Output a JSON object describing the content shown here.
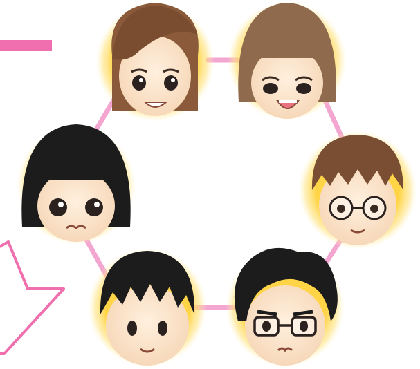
{
  "colors": {
    "accent_pink": "#f06fae",
    "ring_pink": "#f3a6cf",
    "glow_yellow": "#ffd23c",
    "skin": "#fbe3c8",
    "hair_brown": "#8a5a3b",
    "hair_black": "#1c1c1c"
  },
  "characters": [
    {
      "id": "top-left",
      "hair": "brown-long",
      "glasses": false,
      "expression": "smile"
    },
    {
      "id": "top-right",
      "hair": "brown-bob",
      "glasses": false,
      "expression": "laugh"
    },
    {
      "id": "middle-right",
      "hair": "brown-spiky",
      "glasses": true,
      "expression": "smile"
    },
    {
      "id": "bottom-right",
      "hair": "black-curly",
      "glasses": true,
      "expression": "neutral"
    },
    {
      "id": "bottom-left",
      "hair": "black-spiky",
      "glasses": false,
      "expression": "smile"
    },
    {
      "id": "middle-left",
      "hair": "black-bob",
      "glasses": false,
      "expression": "pout"
    }
  ],
  "decor": [
    "pink-bar",
    "pink-speech-bubble",
    "character-ring"
  ]
}
